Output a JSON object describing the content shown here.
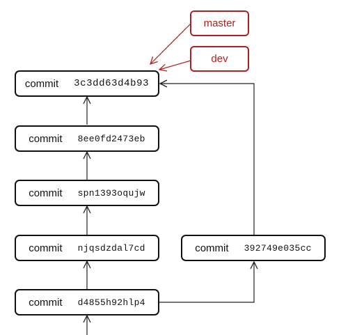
{
  "commits": [
    {
      "keyword": "commit",
      "hash": "3c3dd63d4b93"
    },
    {
      "keyword": "commit",
      "hash": "8ee0fd2473eb"
    },
    {
      "keyword": "commit",
      "hash": "spn1393oqujw"
    },
    {
      "keyword": "commit",
      "hash": "njqsdzdal7cd"
    },
    {
      "keyword": "commit",
      "hash": "d4855h92hlp4"
    },
    {
      "keyword": "commit",
      "hash": "392749e035cc"
    }
  ],
  "refs": [
    {
      "label": "master"
    },
    {
      "label": "dev"
    }
  ],
  "colors": {
    "node_border": "#111111",
    "ref_accent": "#b0201f",
    "edge": "#222222",
    "background": "#ffffff"
  }
}
